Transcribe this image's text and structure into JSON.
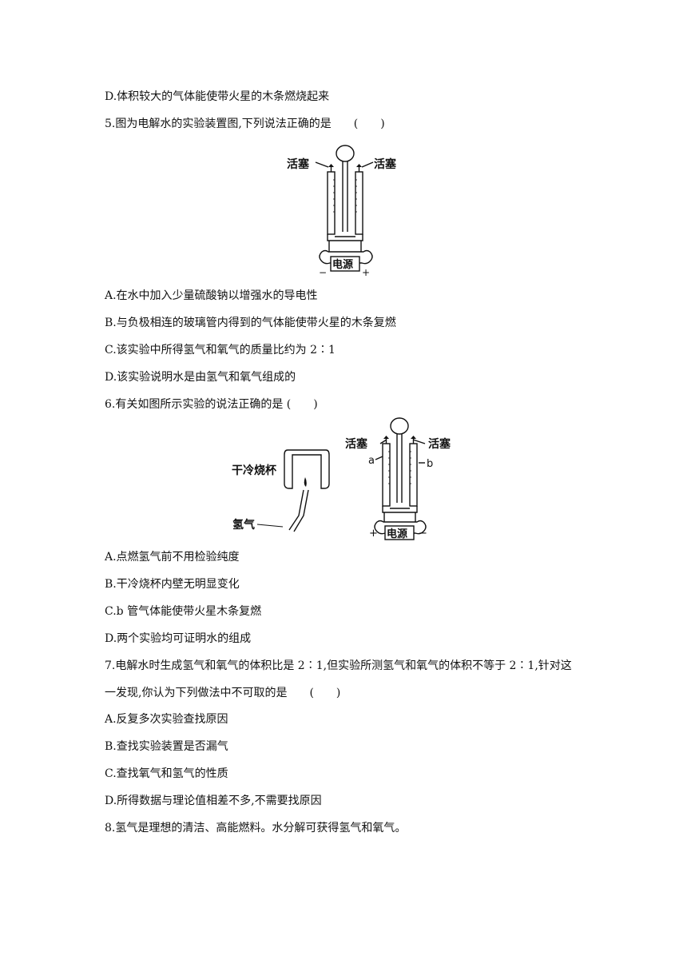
{
  "lines": {
    "q4d": "D.体积较大的气体能使带火星的木条燃烧起来",
    "q5": "5.图为电解水的实验装置图,下列说法正确的是　　(　　)",
    "q5a": "A.在水中加入少量硫酸钠以增强水的导电性",
    "q5b": "B.与负极相连的玻璃管内得到的气体能使带火星的木条复燃",
    "q5c": "C.该实验中所得氢气和氧气的质量比约为 2∶1",
    "q5d": "D.该实验说明水是由氢气和氧气组成的",
    "q6": "6.有关如图所示实验的说法正确的是 (　　)",
    "q6a": "A.点燃氢气前不用检验纯度",
    "q6b": "B.干冷烧杯内壁无明显变化",
    "q6c": "C.b 管气体能使带火星木条复燃",
    "q6d": "D.两个实验均可证明水的组成",
    "q7_1": "7.电解水时生成氢气和氧气的体积比是 2∶1,但实验所测氢气和氧气的体积不等于 2∶1,针对这",
    "q7_2": "一发现,你认为下列做法中不可取的是　　(　　)",
    "q7a": "A.反复多次实验查找原因",
    "q7b": "B.查找实验装置是否漏气",
    "q7c": "C.查找氧气和氢气的性质",
    "q7d": "D.所得数据与理论值相差不多,不需要找原因",
    "q8": "8.氢气是理想的清洁、高能燃料。水分解可获得氢气和氧气。"
  },
  "fig5": {
    "stopcock_left": "活塞",
    "stopcock_right": "活塞",
    "power": "电源",
    "minus": "−",
    "plus": "+"
  },
  "fig6": {
    "beaker_label": "干冷烧杯",
    "gas_label": "氢气",
    "stopcock_left": "活塞",
    "stopcock_right": "活塞",
    "tube_a": "a",
    "tube_b": "b",
    "power": "电源",
    "plus": "+",
    "minus": "−"
  }
}
